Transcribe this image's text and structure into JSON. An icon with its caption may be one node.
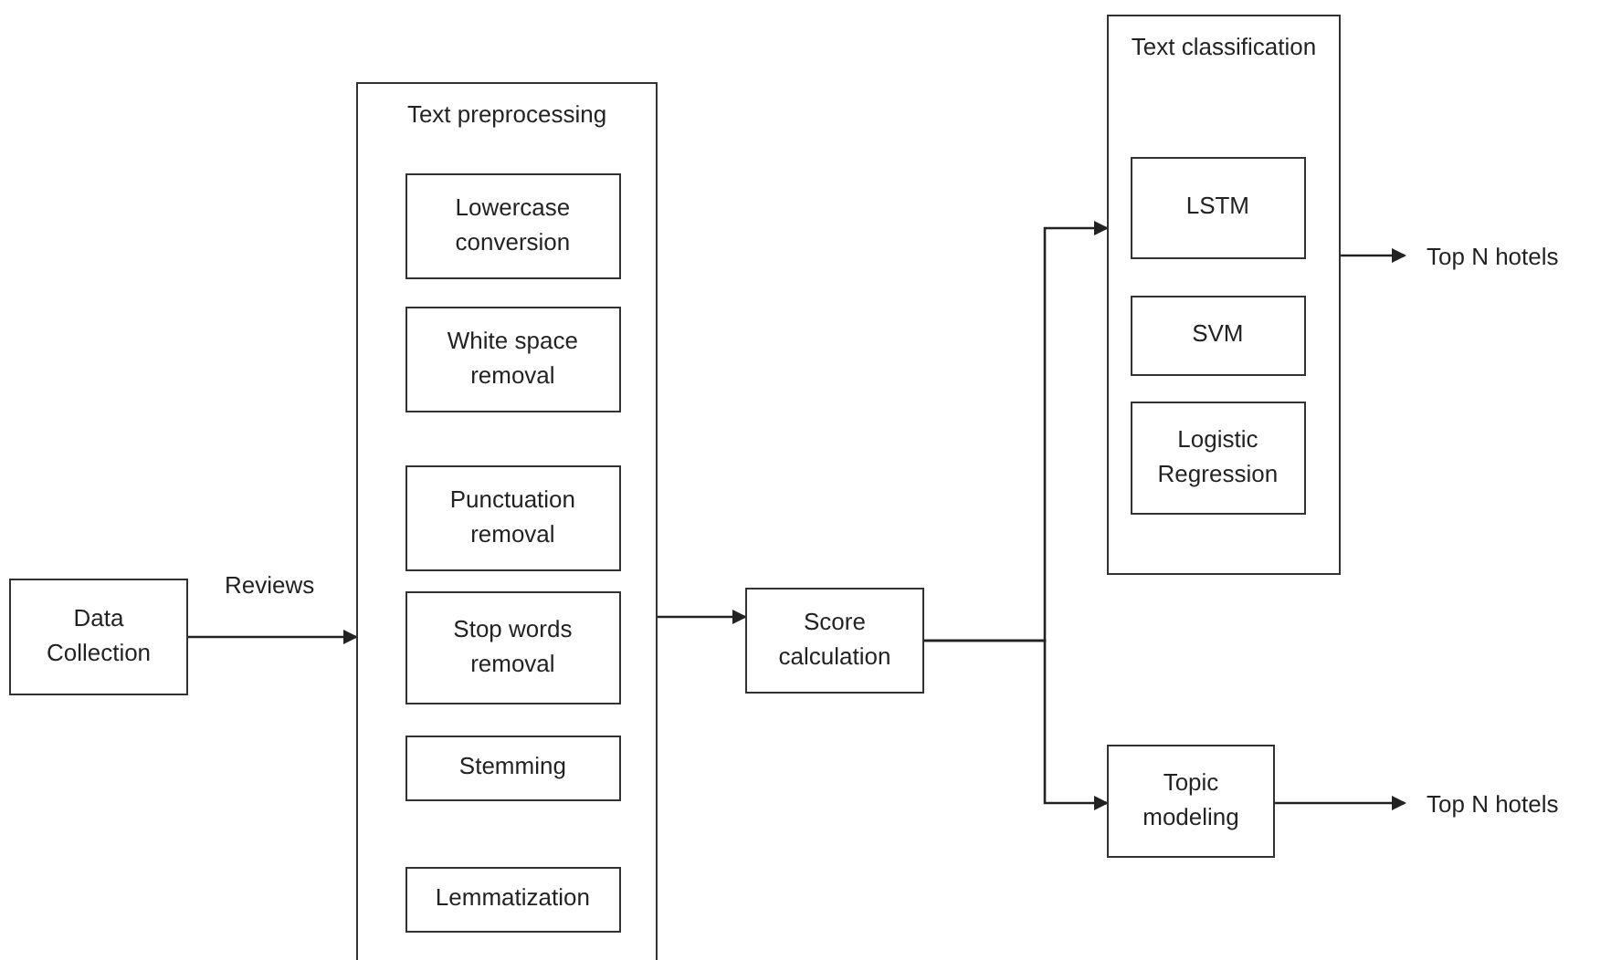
{
  "diagram": {
    "nodes": [
      {
        "text": [
          "Data Collection"
        ]
      },
      {
        "text": [
          "Text preprocessing"
        ]
      },
      {
        "text": [
          "Lowercase conversion"
        ],
        "in": 1
      },
      {
        "text": [
          "White space removal"
        ],
        "in": 1
      },
      {
        "text": [
          "Punctuation removal"
        ],
        "in": 1
      },
      {
        "text": [
          "Stop words removal"
        ],
        "in": 1
      },
      {
        "text": [
          "Stemming"
        ],
        "in": 1
      },
      {
        "text": [
          "Lemmatization"
        ],
        "in": 1
      },
      {
        "text": [
          "Score calculation"
        ]
      },
      {
        "text": [
          "Text classification"
        ]
      },
      {
        "text": [
          "LSTM"
        ],
        "in": 9
      },
      {
        "text": [
          "SVM"
        ],
        "in": 9
      },
      {
        "text": [
          "Logistic Regression"
        ],
        "in": 9
      },
      {
        "text": [
          "Topic modeling"
        ]
      },
      {
        "text": [
          "Top N hotels"
        ]
      },
      {
        "text": [
          "Top N hotels"
        ]
      }
    ],
    "edges": [
      {
        "from": 0,
        "to": 1,
        "arrow": "to",
        "label": "Reviews"
      },
      {
        "from": 1,
        "to": 8,
        "arrow": "to"
      },
      {
        "from": 8,
        "to": 9,
        "arrow": "to"
      },
      {
        "from": 8,
        "to": 13,
        "arrow": "to"
      },
      {
        "from": 9,
        "to": 14,
        "arrow": "to"
      },
      {
        "from": 13,
        "to": 15,
        "arrow": "to"
      }
    ]
  }
}
